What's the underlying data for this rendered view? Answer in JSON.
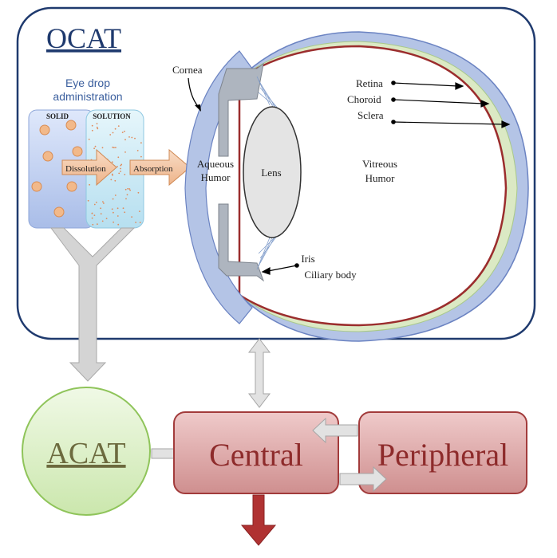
{
  "ocat": {
    "title": "OCAT"
  },
  "eye_drop": {
    "line1": "Eye drop",
    "line2": "administration",
    "solid": "SOLID",
    "solution": "SOLUTION"
  },
  "arrows": {
    "dissolution": "Dissolution",
    "absorption": "Absorption"
  },
  "eye_labels": {
    "cornea": "Cornea",
    "aqueous1": "Aqueous",
    "aqueous2": "Humor",
    "lens": "Lens",
    "retina": "Retina",
    "choroid": "Choroid",
    "sclera": "Sclera",
    "vitreous1": "Vitreous",
    "vitreous2": "Humor",
    "iris": "Iris",
    "ciliary": "Ciliary body"
  },
  "boxes": {
    "acat": "ACAT",
    "central": "Central",
    "peripheral": "Peripheral"
  },
  "colors": {
    "ocat_border": "#1f3a6e",
    "ocat_title": "#1f3a6e",
    "compartment_fill": "#d9a6a6",
    "compartment_border": "#a23b3b",
    "compartment_text": "#8e2b2b",
    "acat_fill": "#d6eec0",
    "acat_border": "#8fc45a",
    "outflow_arrow": "#a83232",
    "gray_arrow": "#c8c8c8"
  }
}
